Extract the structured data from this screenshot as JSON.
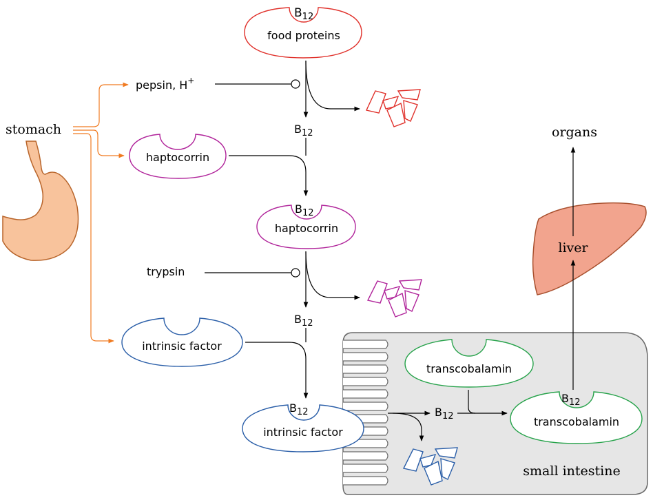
{
  "labels": {
    "food_proteins": "food proteins",
    "b12": "B",
    "b12_sub": "12",
    "pepsin": "pepsin,  H",
    "pepsin_sup": "+",
    "stomach": "stomach",
    "haptocorrin": "haptocorrin",
    "trypsin": "trypsin",
    "intrinsic_factor": "intrinsic factor",
    "transcobalamin": "transcobalamin",
    "small_intestine": "small intestine",
    "liver": "liver",
    "organs": "organs"
  },
  "colors": {
    "food": "#e0302a",
    "haptocorrin": "#b0239a",
    "intrinsic": "#2a5ea8",
    "transcobalamin": "#26a24a",
    "stomach_arrow": "#f07a20",
    "stomach_fill": "#f8c39c",
    "stomach_stroke": "#b8642a",
    "liver_fill": "#f2a48e",
    "liver_stroke": "#a8502e",
    "intestine_fill": "#e6e6e6",
    "intestine_stroke": "#6a6a6a",
    "arrow": "#000000"
  },
  "icons": [
    "stomach-organ-icon",
    "liver-organ-icon",
    "protein-fragments-icon"
  ]
}
